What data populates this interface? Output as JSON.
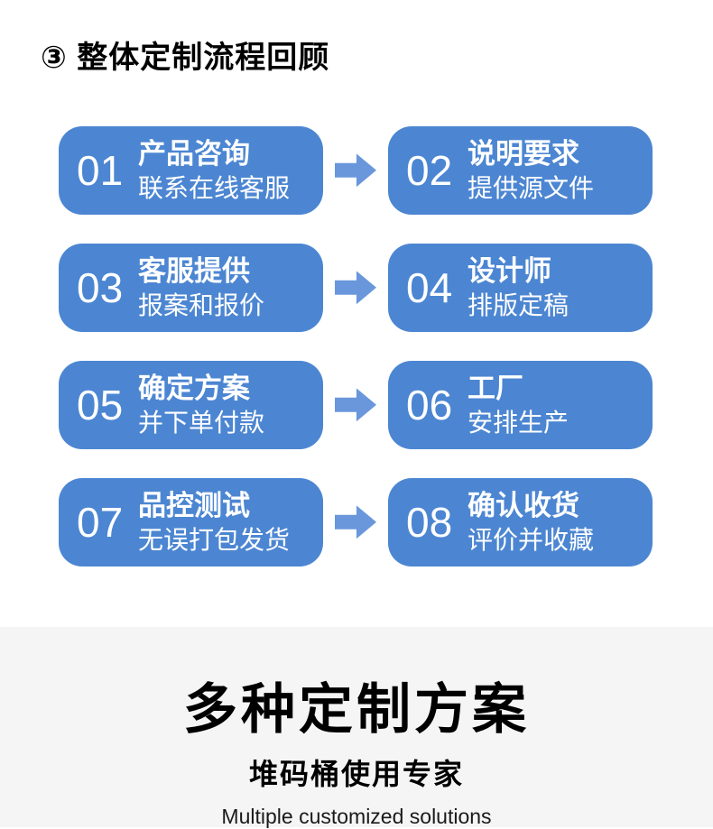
{
  "colors": {
    "box-blue": "#4c86d2",
    "arrow-blue": "#6a97dc",
    "footer-bg": "#f5f5f5"
  },
  "header": {
    "title": "③ 整体定制流程回顾"
  },
  "flow": {
    "steps": [
      {
        "num": "01",
        "title": "产品咨询",
        "subtitle": "联系在线客服"
      },
      {
        "num": "02",
        "title": "说明要求",
        "subtitle": "提供源文件"
      },
      {
        "num": "03",
        "title": "客服提供",
        "subtitle": "报案和报价"
      },
      {
        "num": "04",
        "title": "设计师",
        "subtitle": "排版定稿"
      },
      {
        "num": "05",
        "title": "确定方案",
        "subtitle": "并下单付款"
      },
      {
        "num": "06",
        "title": "工厂",
        "subtitle": "安排生产"
      },
      {
        "num": "07",
        "title": "品控测试",
        "subtitle": "无误打包发货"
      },
      {
        "num": "08",
        "title": "确认收货",
        "subtitle": "评价并收藏"
      }
    ]
  },
  "footer": {
    "headline": "多种定制方案",
    "subheadline": "堆码桶使用专家",
    "tagline": "Multiple customized solutions"
  }
}
